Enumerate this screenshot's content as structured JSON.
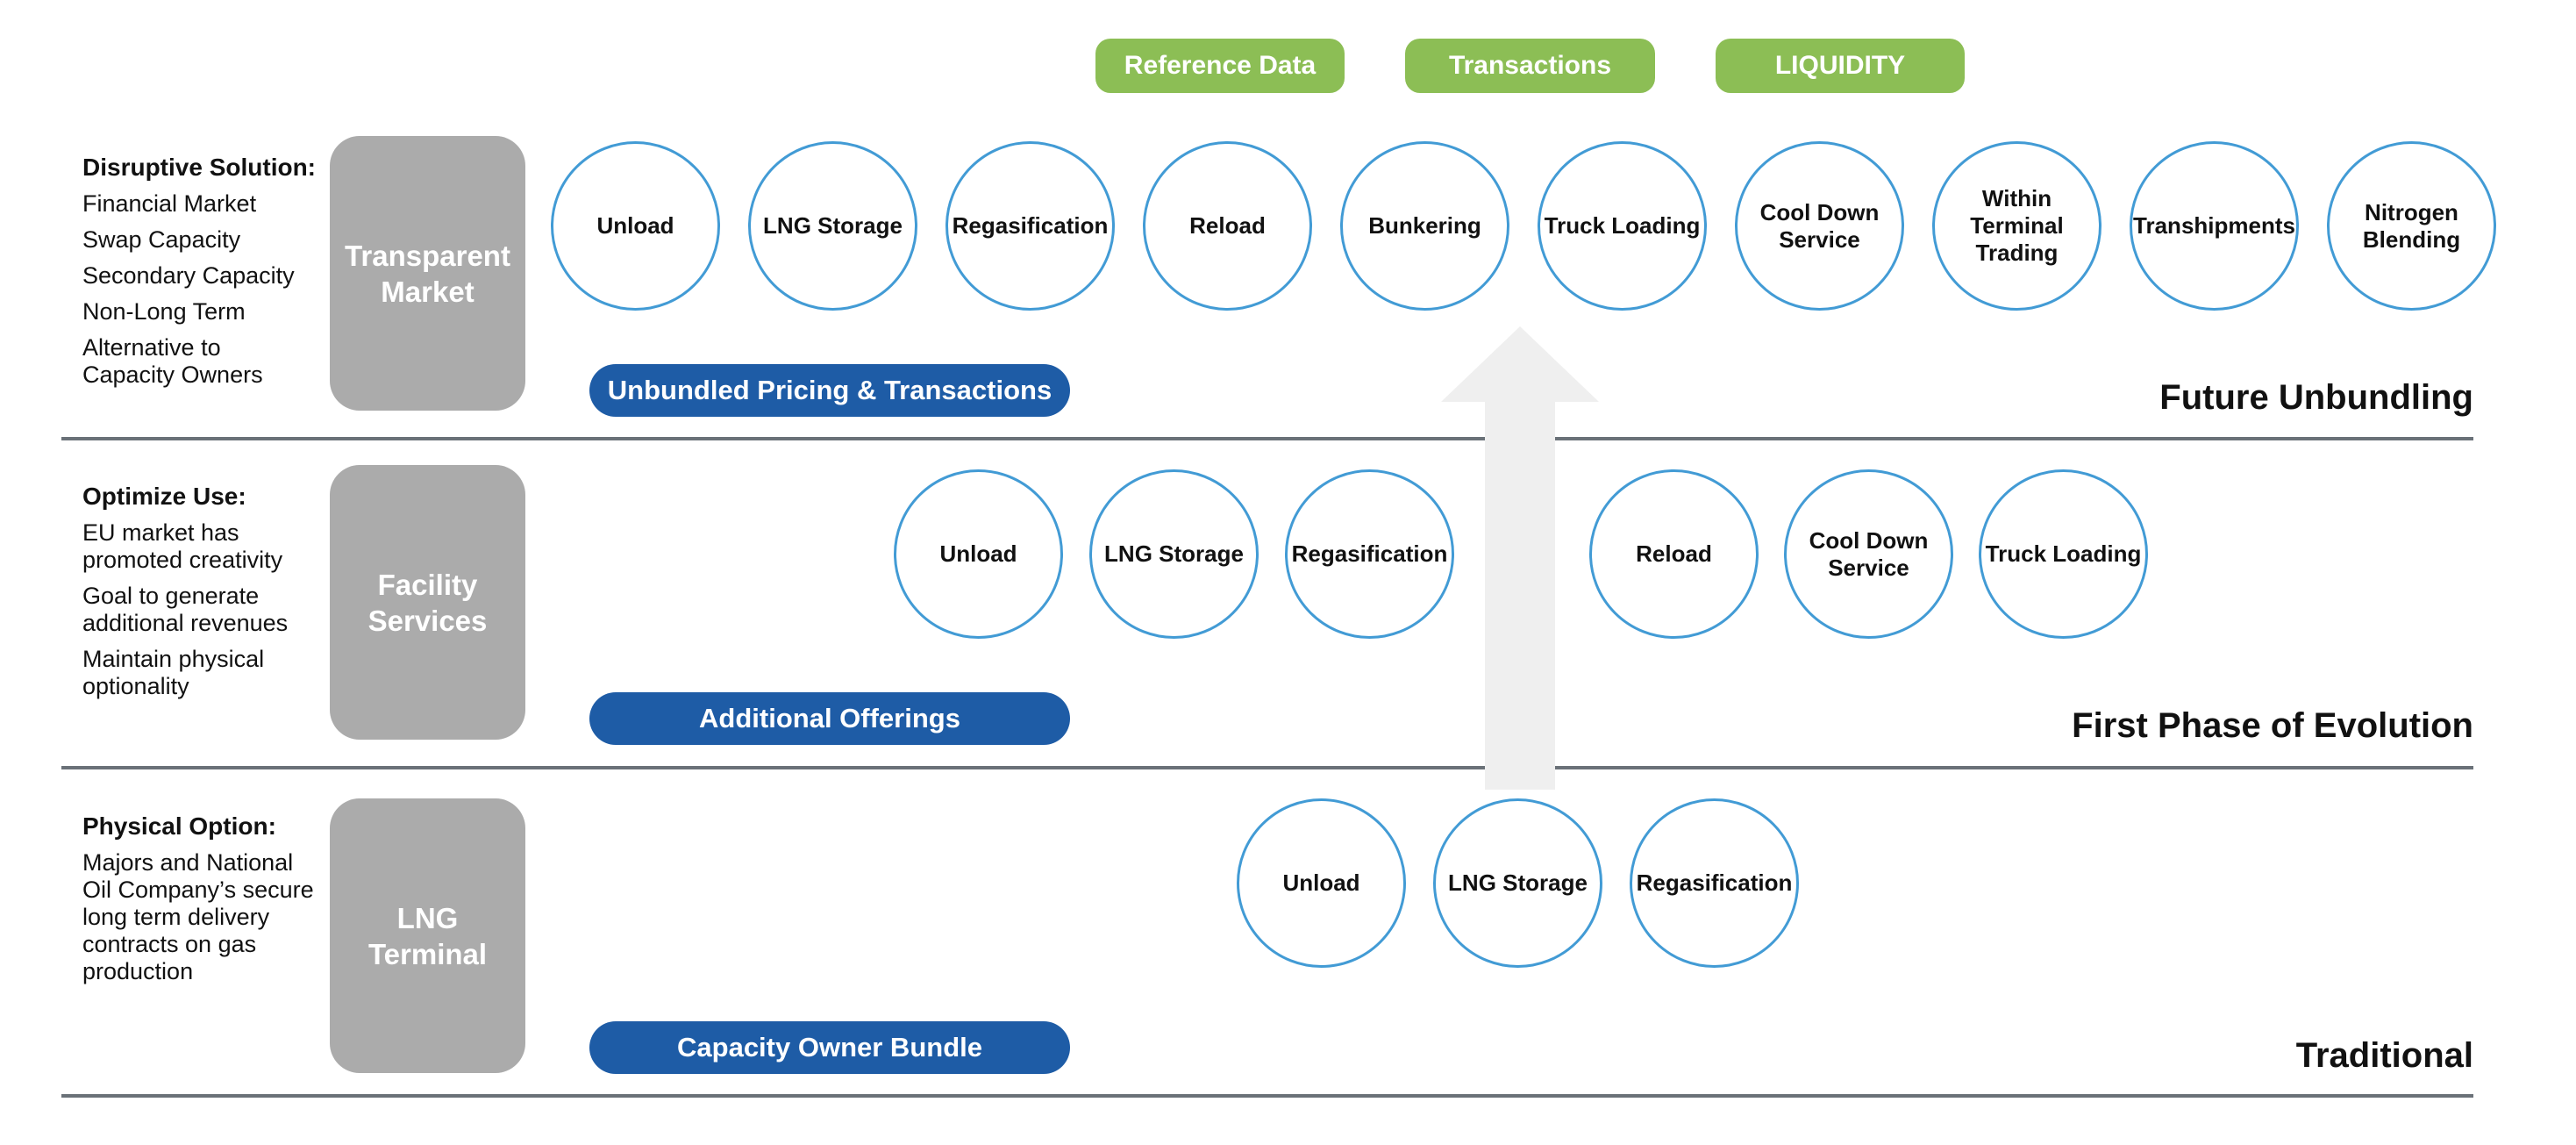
{
  "legend": [
    "Reference Data",
    "Transactions",
    "LIQUIDITY"
  ],
  "phases": [
    {
      "phase_label": "Future Unbundling",
      "stage_box": "Transparent\nMarket",
      "pill": "Unbundled Pricing & Transactions",
      "note": {
        "heading": "Disruptive Solution:",
        "paragraphs": [
          "Financial Market",
          "Swap Capacity",
          "Secondary Capacity",
          "Non-Long Term",
          "Alternative to\nCapacity Owners"
        ]
      },
      "circles": [
        "Unload",
        "LNG Storage",
        "Regasification",
        "Reload",
        "Bunkering",
        "Truck Loading",
        "Cool Down\nService",
        "Within\nTerminal\nTrading",
        "Transhipments",
        "Nitrogen\nBlending"
      ]
    },
    {
      "phase_label": "First Phase of Evolution",
      "stage_box": "Facility\nServices",
      "pill": "Additional Offerings",
      "note": {
        "heading": "Optimize Use:",
        "paragraphs": [
          "EU market has\npromoted creativity",
          "Goal to generate\nadditional revenues",
          "Maintain physical\noptionality"
        ]
      },
      "circles": [
        "Unload",
        "LNG Storage",
        "Regasification",
        "Reload",
        "Cool Down\nService",
        "Truck Loading"
      ]
    },
    {
      "phase_label": "Traditional",
      "stage_box": "LNG\nTerminal",
      "pill": "Capacity Owner Bundle",
      "note": {
        "heading": "Physical Option:",
        "paragraphs": [
          "Majors and National\nOil Company’s secure\nlong term delivery\ncontracts on gas\nproduction"
        ]
      },
      "circles": [
        "Unload",
        "LNG Storage",
        "Regasification"
      ]
    }
  ],
  "arrow": {
    "direction": "up"
  },
  "colors": {
    "green": "#8CBE55",
    "blue": "#1E5CA6",
    "circle_stroke": "#429BD5",
    "box_gray": "#ABABAB",
    "arrow_gray": "#EFEFEF",
    "divider": "#6A7178"
  }
}
